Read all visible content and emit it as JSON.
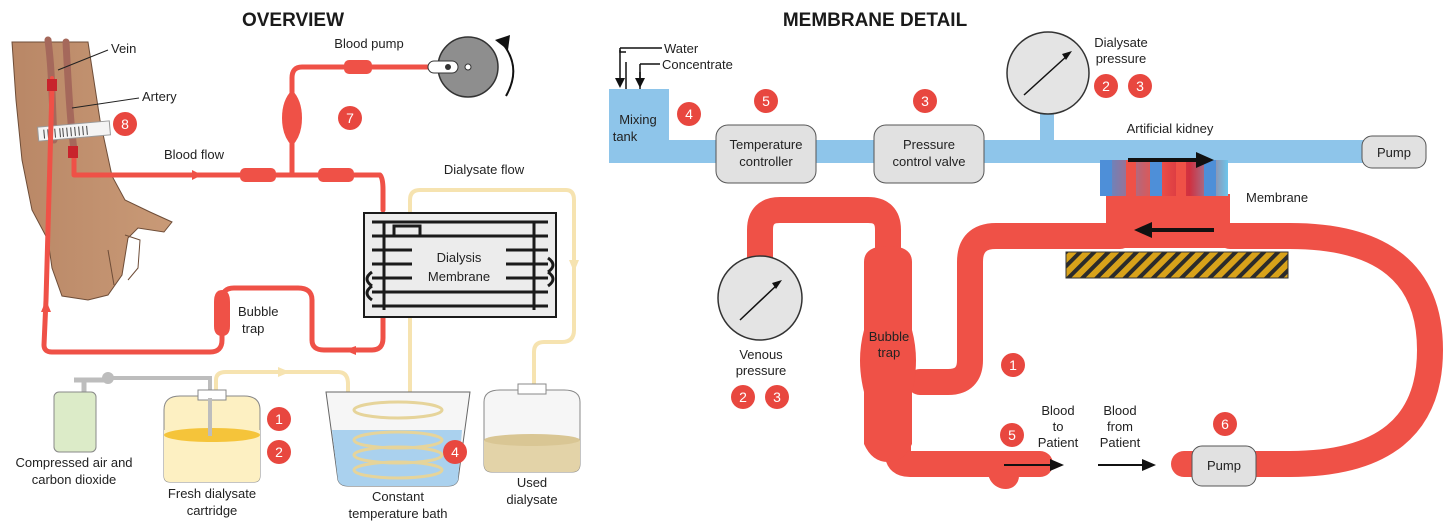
{
  "overview": {
    "heading": "OVERVIEW",
    "labels": {
      "vein": "Vein",
      "artery": "Artery",
      "blood_pump": "Blood pump",
      "blood_flow": "Blood flow",
      "dialysate_flow": "Dialysate flow",
      "membrane_line1": "Dialysis",
      "membrane_line2": "Membrane",
      "bubble_trap_line1": "Bubble",
      "bubble_trap_line2": "trap",
      "air_line1": "Compressed air and",
      "air_line2": "carbon dioxide",
      "fresh_line1": "Fresh dialysate",
      "fresh_line2": "cartridge",
      "bath_line1": "Constant",
      "bath_line2": "temperature bath",
      "used_line1": "Used",
      "used_line2": "dialysate"
    },
    "markers": {
      "m8": "8",
      "m7": "7",
      "m1": "1",
      "m2": "2",
      "m4": "4"
    }
  },
  "membrane_detail": {
    "heading": "MEMBRANE DETAIL",
    "labels": {
      "water": "Water",
      "concentrate": "Concentrate",
      "mixing_line1": "Mixing",
      "mixing_line2": "tank",
      "temp_line1": "Temperature",
      "temp_line2": "controller",
      "pcv_line1": "Pressure",
      "pcv_line2": "control valve",
      "dialysate_pressure_line1": "Dialysate",
      "dialysate_pressure_line2": "pressure",
      "artificial_kidney": "Artificial kidney",
      "pump_top": "Pump",
      "membrane": "Membrane",
      "venous_line1": "Venous",
      "venous_line2": "pressure",
      "bubble_line1": "Bubble",
      "bubble_line2": "trap",
      "blood_to_line1": "Blood",
      "blood_to_line2": "to",
      "blood_to_line3": "Patient",
      "blood_from_line1": "Blood",
      "blood_from_line2": "from",
      "blood_from_line3": "Patient",
      "pump_bottom": "Pump"
    },
    "markers": {
      "mixing": "4",
      "temp": "5",
      "pcv": "3",
      "dp_a": "2",
      "dp_b": "3",
      "vp_a": "2",
      "vp_b": "3",
      "loop": "1",
      "to_patient": "5",
      "pump": "6"
    }
  },
  "colors": {
    "blood": "#ef5147",
    "dialysate": "#f6e3b0",
    "tubing_blue": "#8ec5ea",
    "marker": "#e8473f",
    "component_gray": "#e1e1e1",
    "skin": "#c0906b"
  }
}
